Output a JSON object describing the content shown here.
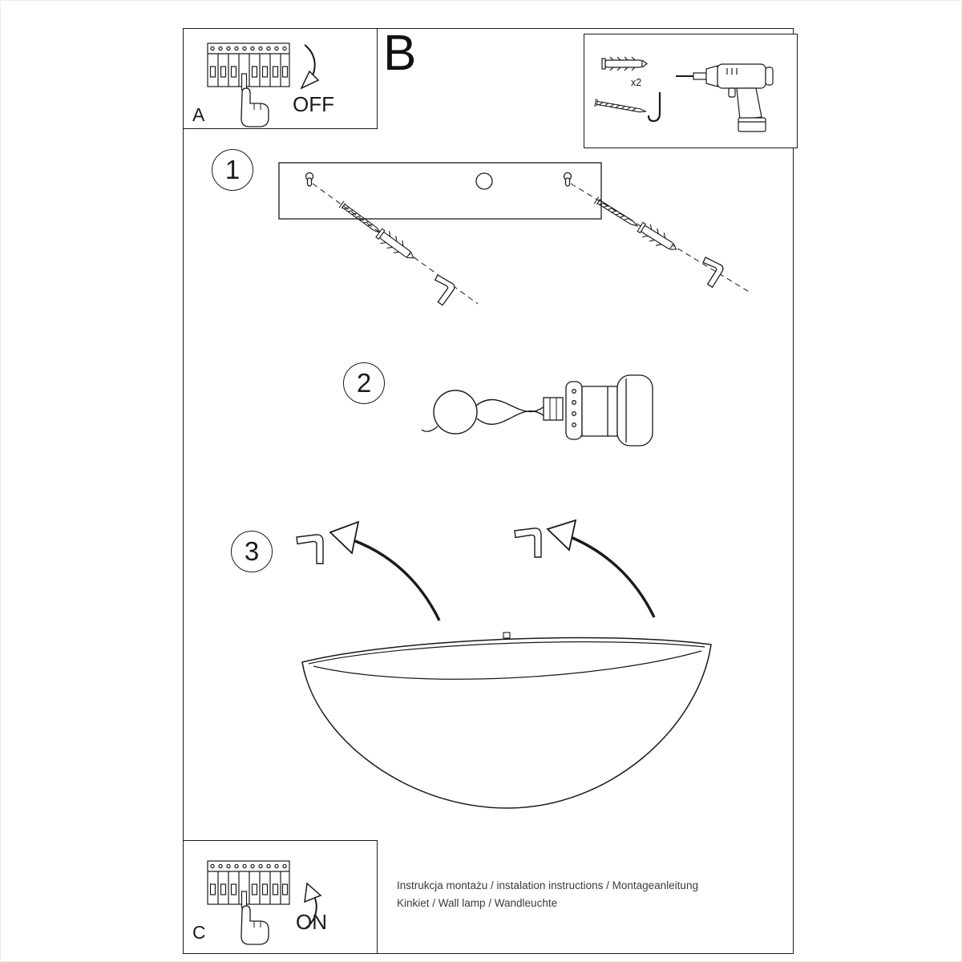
{
  "document": {
    "title_letter": "B",
    "footer_line1": "Instrukcja montażu / instalation instructions / Montageanleitung",
    "footer_line2": "Kinkiet / Wall lamp / Wandleuchte"
  },
  "power_off_panel": {
    "label": "A",
    "state": "OFF"
  },
  "power_on_panel": {
    "label": "C",
    "state": "ON"
  },
  "tools": {
    "dowel_count": "x2"
  },
  "steps": {
    "one": "1",
    "two": "2",
    "three": "3"
  },
  "colors": {
    "line": "#1a1a1a",
    "paper": "#ffffff",
    "footer_text": "#3a3a3a"
  }
}
